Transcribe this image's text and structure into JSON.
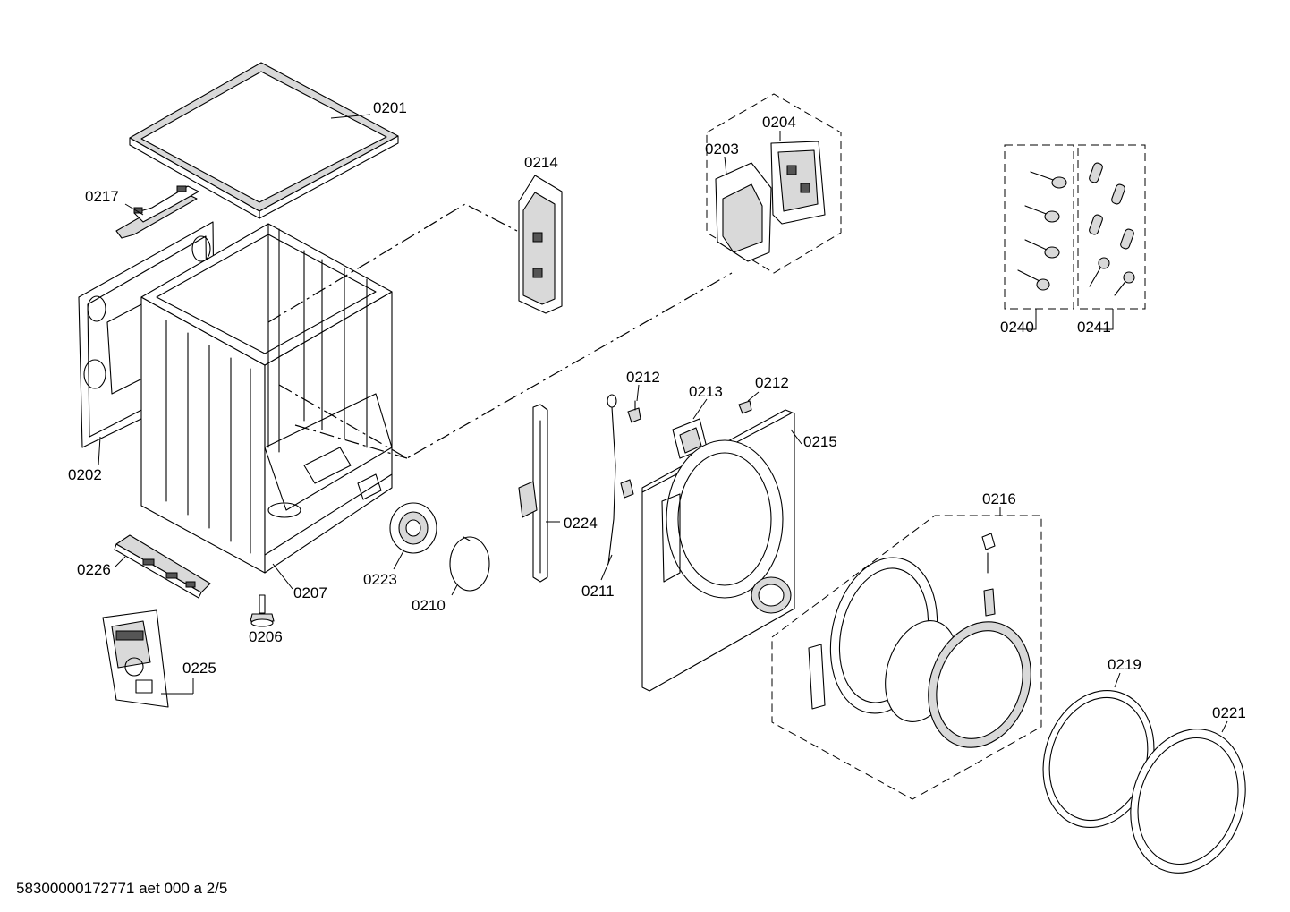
{
  "footer": {
    "text": "58300000172771 aet 000 a 2/5"
  },
  "labels": {
    "l0201": "0201",
    "l0202": "0202",
    "l0203": "0203",
    "l0204": "0204",
    "l0206": "0206",
    "l0207": "0207",
    "l0210": "0210",
    "l0211": "0211",
    "l0212a": "0212",
    "l0212b": "0212",
    "l0213": "0213",
    "l0214": "0214",
    "l0215": "0215",
    "l0216": "0216",
    "l0217": "0217",
    "l0219": "0219",
    "l0221": "0221",
    "l0223": "0223",
    "l0224": "0224",
    "l0225": "0225",
    "l0226": "0226",
    "l0240": "0240",
    "l0241": "0241"
  }
}
